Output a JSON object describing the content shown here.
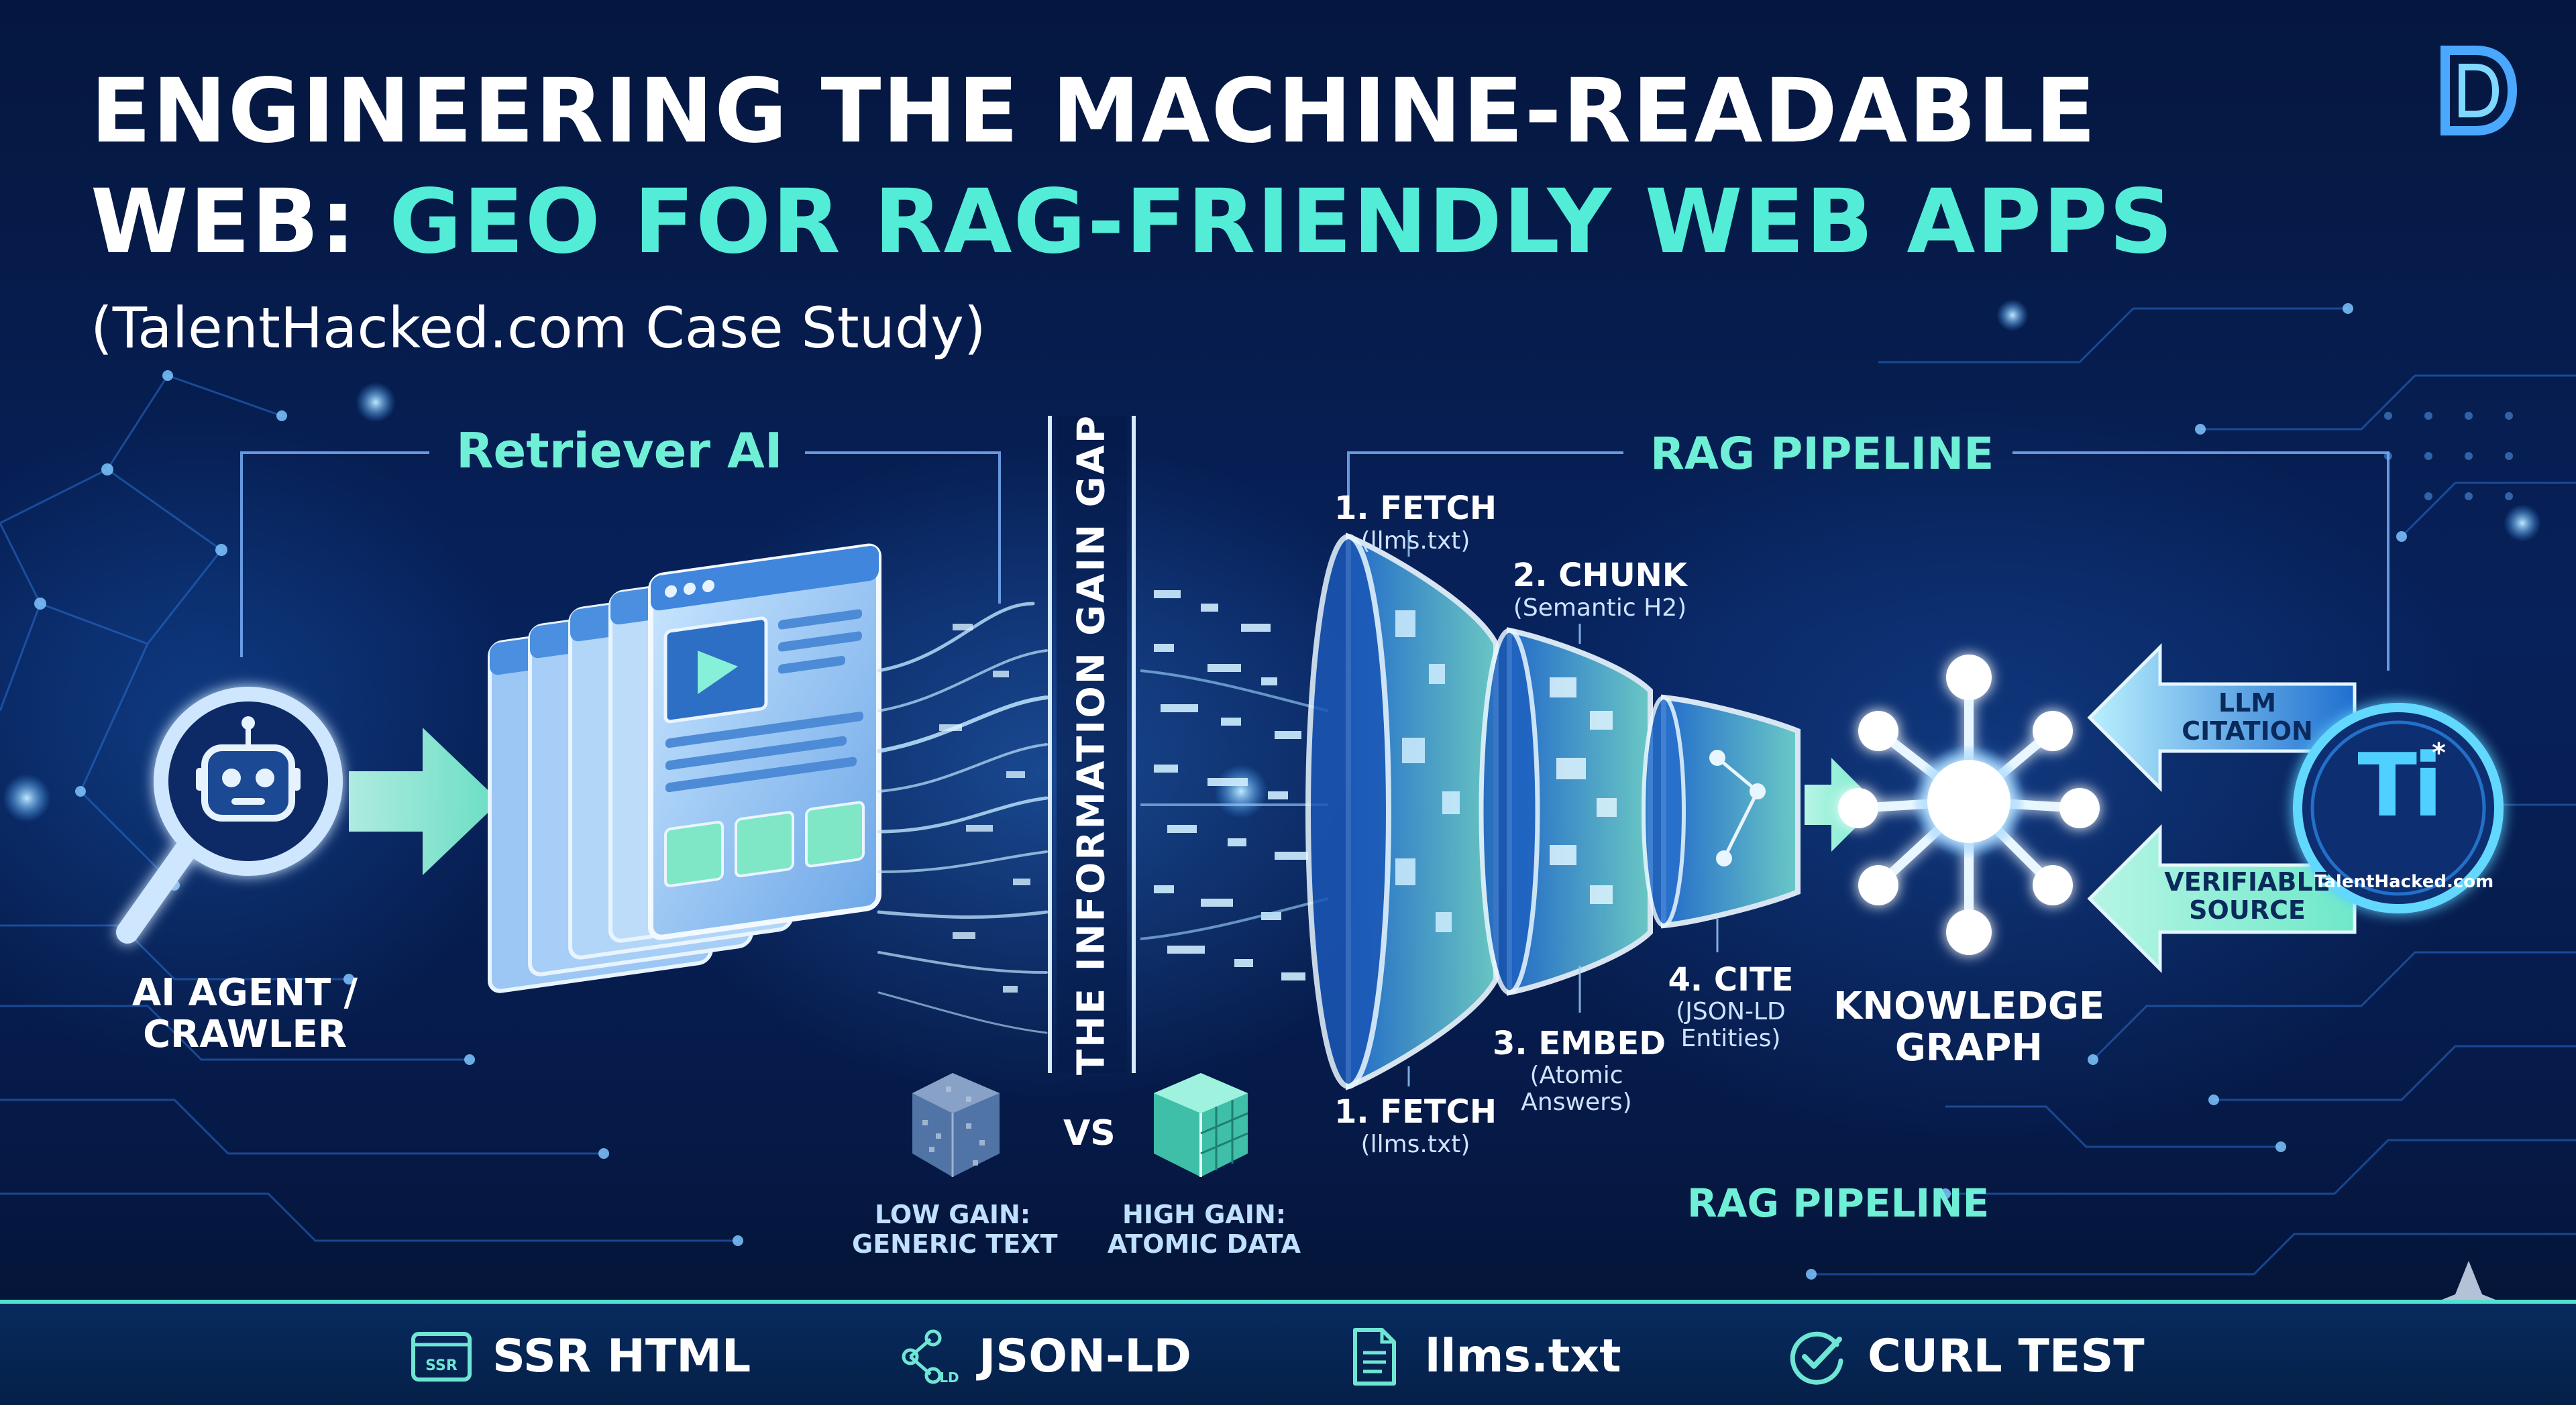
{
  "title": {
    "line1": "ENGINEERING THE MACHINE-READABLE",
    "line2_prefix": "WEB:",
    "line2_highlight": "GEO FOR RAG-FRIENDLY WEB APPS",
    "subtitle": "(TalentHacked.com Case Study)"
  },
  "logo": {
    "glyph": "D"
  },
  "retriever": {
    "heading": "Retriever AI",
    "agent_label_1": "AI AGENT /",
    "agent_label_2": "CRAWLER"
  },
  "gap": {
    "label": "THE INFORMATION GAIN GAP",
    "low_gain_1": "LOW GAIN:",
    "low_gain_2": "GENERIC TEXT",
    "vs": "VS",
    "high_gain_1": "HIGH GAIN:",
    "high_gain_2": "ATOMIC DATA"
  },
  "pipeline": {
    "heading": "RAG PIPELINE",
    "bottom_heading": "RAG PIPELINE",
    "stages": {
      "fetch_top": {
        "label": "1. FETCH",
        "sub": "(llms.txt)"
      },
      "chunk": {
        "label": "2. CHUNK",
        "sub": "(Semantic H2)"
      },
      "embed": {
        "label": "3. EMBED",
        "sub_1": "(Atomic",
        "sub_2": "Answers)"
      },
      "cite": {
        "label": "4. CITE",
        "sub_1": "(JSON-LD",
        "sub_2": "Entities)"
      },
      "fetch_bottom": {
        "label": "1. FETCH",
        "sub": "(llms.txt)"
      }
    }
  },
  "knowledge_graph": {
    "label_1": "KNOWLEDGE",
    "label_2": "GRAPH"
  },
  "feedback": {
    "llm_citation_1": "LLM",
    "llm_citation_2": "CITATION",
    "verifiable_1": "VERIFIABLE",
    "verifiable_2": "SOURCE"
  },
  "brand": {
    "logo_text": "Ti",
    "name": "TalentHacked.com"
  },
  "footer": {
    "items": [
      {
        "icon": "ssr-html-icon",
        "icon_text": "SSR",
        "label": "SSR HTML"
      },
      {
        "icon": "json-ld-graph-icon",
        "icon_text": "LD",
        "label": "JSON-LD"
      },
      {
        "icon": "document-icon",
        "label": "llms.txt"
      },
      {
        "icon": "checkmark-gauge-icon",
        "label": "CURL TEST"
      }
    ]
  },
  "colors": {
    "background": "#06163a",
    "teal_accent": "#52ecd7",
    "cyan_glow": "#7fd8ff",
    "footer_rule": "#4fe2d0"
  }
}
